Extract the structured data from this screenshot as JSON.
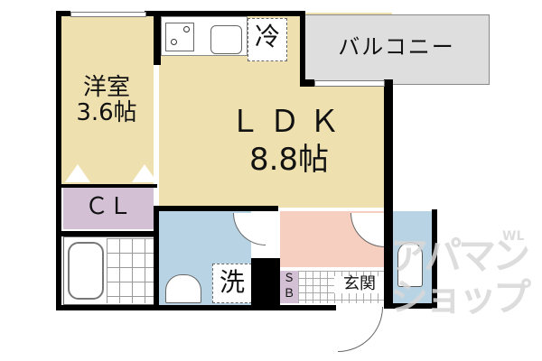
{
  "floorplan": {
    "rooms": {
      "western_room": {
        "name": "洋室",
        "size": "3.6帖",
        "color": "#efe0b0"
      },
      "ldk": {
        "name": "ＬＤＫ",
        "size": "8.8帖",
        "color": "#efe0b0"
      },
      "balcony": {
        "name": "バルコニー",
        "color": "#dedede"
      },
      "closet": {
        "name": "ＣＬ",
        "color": "#d4c0d4"
      },
      "washroom": {
        "name": "洗",
        "color": "#b8d4e4"
      },
      "entrance": {
        "name": "玄関"
      },
      "shoe_box": {
        "name": "ＳＢ",
        "color": "#d4c0d4"
      },
      "hall": {
        "color": "#f7cfc0"
      },
      "toilet": {
        "color": "#b8d4e4"
      }
    },
    "fixtures": {
      "refrigerator": "冷"
    },
    "watermark": {
      "line1": "アパマン",
      "line2": "ショップ",
      "small": "WL"
    }
  }
}
